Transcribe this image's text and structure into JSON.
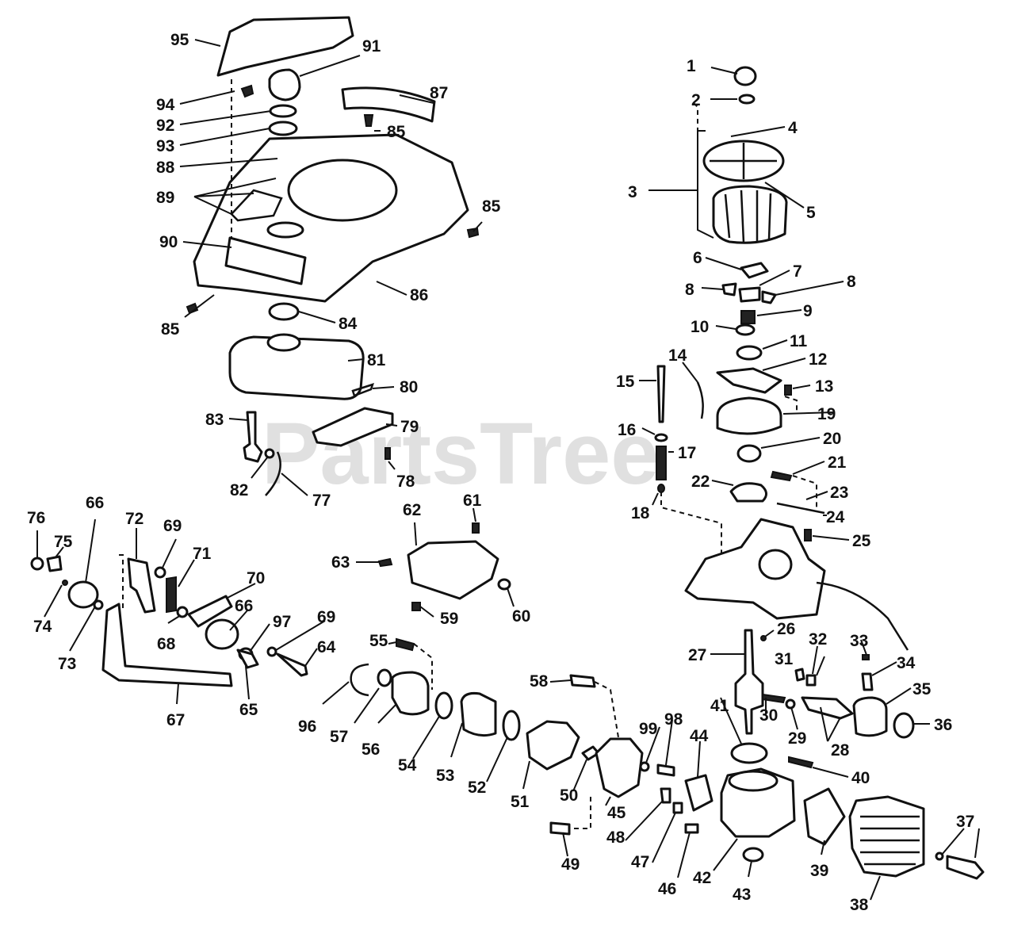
{
  "watermark": "PartsTree",
  "callouts": [
    "1",
    "2",
    "3",
    "4",
    "5",
    "6",
    "7",
    "8",
    "8",
    "9",
    "10",
    "11",
    "12",
    "13",
    "14",
    "15",
    "16",
    "17",
    "18",
    "19",
    "20",
    "21",
    "22",
    "23",
    "24",
    "25",
    "26",
    "27",
    "28",
    "29",
    "30",
    "31",
    "32",
    "33",
    "34",
    "35",
    "36",
    "37",
    "38",
    "39",
    "40",
    "41",
    "42",
    "43",
    "44",
    "45",
    "46",
    "47",
    "48",
    "49",
    "50",
    "51",
    "52",
    "53",
    "54",
    "55",
    "56",
    "57",
    "58",
    "59",
    "60",
    "61",
    "62",
    "63",
    "64",
    "65",
    "66",
    "66",
    "67",
    "68",
    "69",
    "69",
    "70",
    "71",
    "72",
    "73",
    "74",
    "75",
    "76",
    "77",
    "78",
    "79",
    "80",
    "81",
    "82",
    "83",
    "84",
    "85",
    "85",
    "85",
    "86",
    "87",
    "88",
    "89",
    "90",
    "91",
    "92",
    "93",
    "94",
    "95",
    "96",
    "97",
    "98",
    "99"
  ]
}
